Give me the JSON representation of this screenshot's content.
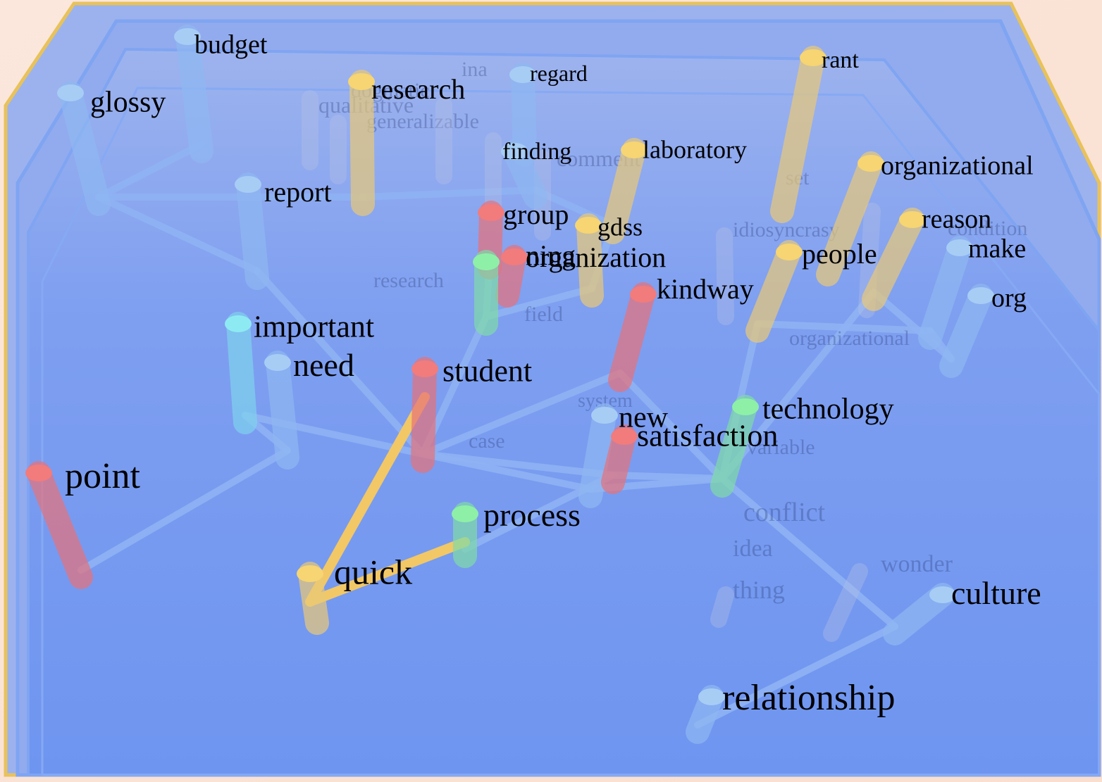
{
  "scene": {
    "colors": {
      "background_corner": "#fbe4d6",
      "plane": "#6f93ec",
      "plane_light": "#a9bff2",
      "frame_gold": "#e8c25a",
      "edge": "#8fb1f4",
      "highlight_edge": "#f2c766"
    },
    "words": [
      {
        "text": "budget",
        "marker": "blue"
      },
      {
        "text": "glossy",
        "marker": "blue"
      },
      {
        "text": "research",
        "marker": "yellow"
      },
      {
        "text": "regard",
        "marker": "blue"
      },
      {
        "text": "rant",
        "marker": "yellow"
      },
      {
        "text": "report",
        "marker": "blue"
      },
      {
        "text": "finding",
        "marker": "blue"
      },
      {
        "text": "laboratory",
        "marker": "yellow"
      },
      {
        "text": "organizational",
        "marker": "yellow"
      },
      {
        "text": "group",
        "marker": "red"
      },
      {
        "text": "gdss",
        "marker": "yellow"
      },
      {
        "text": "organization",
        "marker": "red"
      },
      {
        "text": "ning",
        "marker": "green"
      },
      {
        "text": "kindway",
        "marker": "red"
      },
      {
        "text": "people",
        "marker": "yellow"
      },
      {
        "text": "reason",
        "marker": "yellow"
      },
      {
        "text": "make",
        "marker": "blue"
      },
      {
        "text": "org",
        "marker": "blue"
      },
      {
        "text": "important",
        "marker": "cyan"
      },
      {
        "text": "need",
        "marker": "blue"
      },
      {
        "text": "student",
        "marker": "red"
      },
      {
        "text": "new",
        "marker": "blue"
      },
      {
        "text": "satisfaction",
        "marker": "red"
      },
      {
        "text": "technology",
        "marker": "green"
      },
      {
        "text": "point",
        "marker": "red"
      },
      {
        "text": "process",
        "marker": "green"
      },
      {
        "text": "quick",
        "marker": "yellow"
      },
      {
        "text": "culture",
        "marker": "blue"
      },
      {
        "text": "relationship",
        "marker": "blue"
      }
    ],
    "faded_words": [
      "ina",
      "qualitative",
      "dogmatic",
      "generalizable",
      "set",
      "comment",
      "idiosyncrasy",
      "research",
      "field",
      "system",
      "organizational",
      "conflict",
      "idea",
      "wonder",
      "thing",
      "case",
      "variable",
      "condition"
    ]
  }
}
